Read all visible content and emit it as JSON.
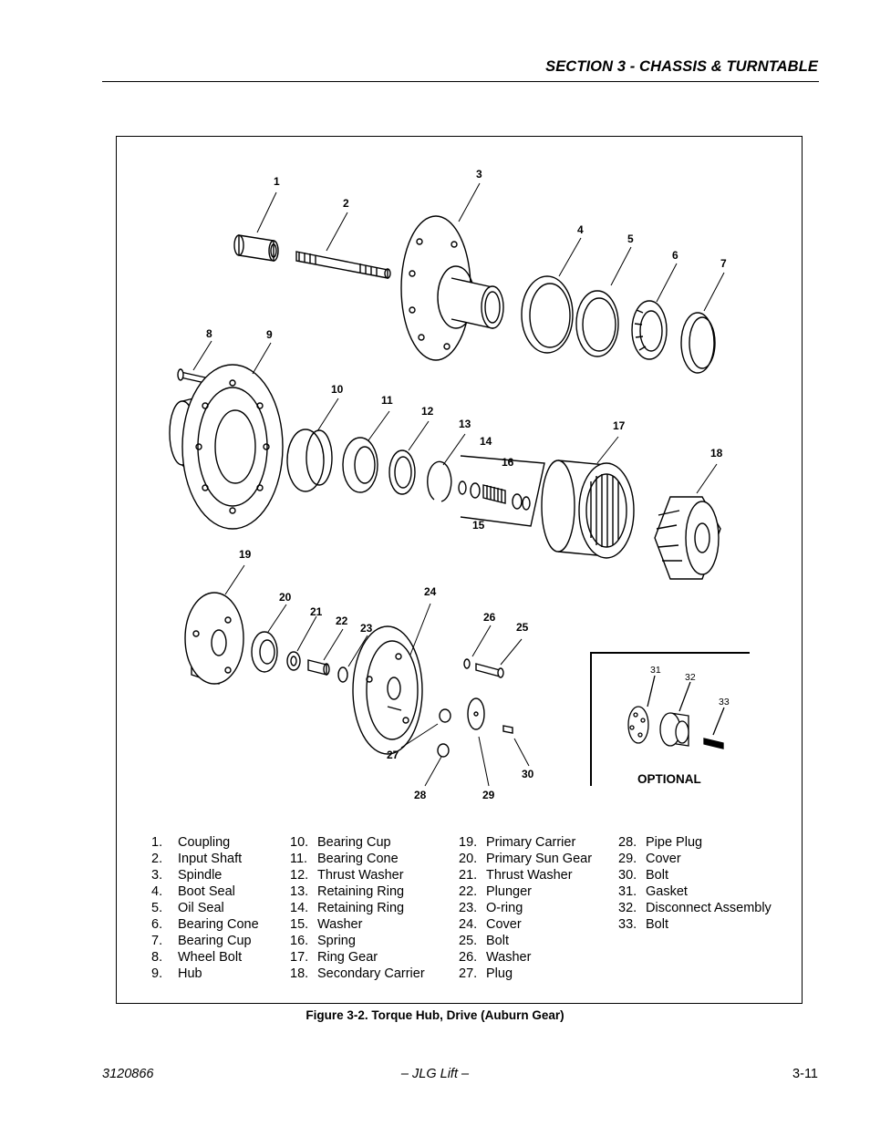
{
  "header": {
    "section_title": "SECTION 3 - CHASSIS & TURNTABLE"
  },
  "figure": {
    "callouts": [
      "1",
      "2",
      "3",
      "4",
      "5",
      "6",
      "7",
      "8",
      "9",
      "10",
      "11",
      "12",
      "13",
      "14",
      "15",
      "16",
      "17",
      "18",
      "19",
      "20",
      "21",
      "22",
      "23",
      "24",
      "25",
      "26",
      "27",
      "28",
      "29",
      "30"
    ],
    "optional_callouts": [
      "31",
      "32",
      "33"
    ],
    "optional_label": "OPTIONAL",
    "legend_columns": [
      [
        {
          "num": "1.",
          "label": "Coupling"
        },
        {
          "num": "2.",
          "label": "Input Shaft"
        },
        {
          "num": "3.",
          "label": "Spindle"
        },
        {
          "num": "4.",
          "label": "Boot Seal"
        },
        {
          "num": "5.",
          "label": "Oil Seal"
        },
        {
          "num": "6.",
          "label": "Bearing Cone"
        },
        {
          "num": "7.",
          "label": "Bearing Cup"
        },
        {
          "num": "8.",
          "label": "Wheel Bolt"
        },
        {
          "num": "9.",
          "label": "Hub"
        }
      ],
      [
        {
          "num": "10.",
          "label": "Bearing Cup"
        },
        {
          "num": "11.",
          "label": "Bearing Cone"
        },
        {
          "num": "12.",
          "label": "Thrust Washer"
        },
        {
          "num": "13.",
          "label": "Retaining Ring"
        },
        {
          "num": "14.",
          "label": "Retaining Ring"
        },
        {
          "num": "15.",
          "label": "Washer"
        },
        {
          "num": "16.",
          "label": "Spring"
        },
        {
          "num": "17.",
          "label": "Ring Gear"
        },
        {
          "num": "18.",
          "label": "Secondary Carrier"
        }
      ],
      [
        {
          "num": "19.",
          "label": "Primary Carrier"
        },
        {
          "num": "20.",
          "label": "Primary Sun Gear"
        },
        {
          "num": "21.",
          "label": "Thrust Washer"
        },
        {
          "num": "22.",
          "label": "Plunger"
        },
        {
          "num": "23.",
          "label": "O-ring"
        },
        {
          "num": "24.",
          "label": "Cover"
        },
        {
          "num": "25.",
          "label": "Bolt"
        },
        {
          "num": "26.",
          "label": "Washer"
        },
        {
          "num": "27.",
          "label": "Plug"
        }
      ],
      [
        {
          "num": "28.",
          "label": "Pipe Plug"
        },
        {
          "num": "29.",
          "label": "Cover"
        },
        {
          "num": "30.",
          "label": "Bolt"
        },
        {
          "num": "31.",
          "label": "Gasket"
        },
        {
          "num": "32.",
          "label": "Disconnect Assembly"
        },
        {
          "num": "33.",
          "label": "Bolt"
        }
      ]
    ],
    "caption": "Figure 3-2.  Torque Hub, Drive (Auburn Gear)"
  },
  "footer": {
    "doc_number": "3120866",
    "publisher": "– JLG Lift –",
    "page_number": "3-11"
  }
}
